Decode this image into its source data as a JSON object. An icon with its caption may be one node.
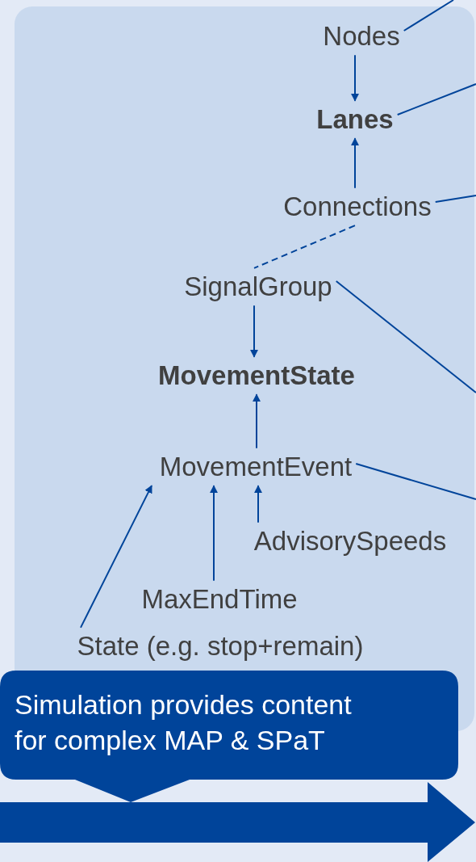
{
  "diagram": {
    "nodes": [
      {
        "text": [],
        "shape": "box"
      },
      {
        "text": [
          "Nodes"
        ],
        "in": 0
      },
      {
        "text": [
          "Lanes"
        ],
        "in": 0
      },
      {
        "text": [
          "Connections"
        ],
        "in": 0
      },
      {
        "text": [
          "SignalGroup"
        ],
        "in": 0
      },
      {
        "text": [
          "MovementState"
        ],
        "in": 0
      },
      {
        "text": [
          "MovementEvent"
        ],
        "in": 0
      },
      {
        "text": [
          "AdvisorySpeeds"
        ],
        "in": 0
      },
      {
        "text": [
          "MaxEndTime"
        ],
        "in": 0
      },
      {
        "text": [
          "State (e.g. stop+remain)"
        ],
        "in": 0
      },
      {
        "text": [
          "Simulation provides content for complex MAP & SPaT"
        ]
      }
    ],
    "edges": [
      {
        "from": 1,
        "to": 2,
        "arrow": "to"
      },
      {
        "from": 3,
        "to": 2,
        "arrow": "to"
      },
      {
        "from": 3,
        "to": 4,
        "arrow": "none",
        "style": "dashed"
      },
      {
        "from": 4,
        "to": 5,
        "arrow": "to"
      },
      {
        "from": 6,
        "to": 5,
        "arrow": "to"
      },
      {
        "from": 9,
        "to": 6,
        "arrow": "to"
      },
      {
        "from": 8,
        "to": 6,
        "arrow": "to"
      },
      {
        "from": 7,
        "to": 6,
        "arrow": "to"
      },
      {
        "from": 1,
        "to": null,
        "arrow": "none"
      },
      {
        "from": 2,
        "to": null,
        "arrow": "none"
      },
      {
        "from": 3,
        "to": null,
        "arrow": "none"
      },
      {
        "from": 4,
        "to": null,
        "arrow": "none"
      },
      {
        "from": 6,
        "to": null,
        "arrow": "none"
      }
    ]
  }
}
